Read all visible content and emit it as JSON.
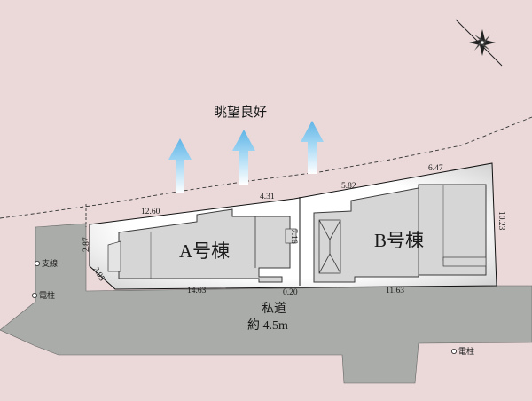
{
  "view_label": "眺望良好",
  "compass_label": "N",
  "buildings": [
    {
      "label": "A号棟"
    },
    {
      "label": "B号棟"
    }
  ],
  "road": {
    "name": "私道",
    "width": "約 4.5m"
  },
  "notes": {
    "support_wire": "支線",
    "utility_pole_left": "電柱",
    "utility_pole_right": "電柱"
  },
  "dimensions": {
    "top_left": "12.60",
    "top_mid": "4.31",
    "top_b": "5.82",
    "top_right": "6.47",
    "right_side": "10.23",
    "left_side": "2.87",
    "corner_cut": "2.95",
    "bottom_a": "14.63",
    "bottom_gap": "0.20",
    "bottom_b": "11.63",
    "divider": "7.16"
  },
  "colors": {
    "background": "#ebd9da",
    "road": "#a9aca8",
    "lot": "#ffffff",
    "building": "#d6d6d6",
    "arrow": "#7fc6ec"
  }
}
